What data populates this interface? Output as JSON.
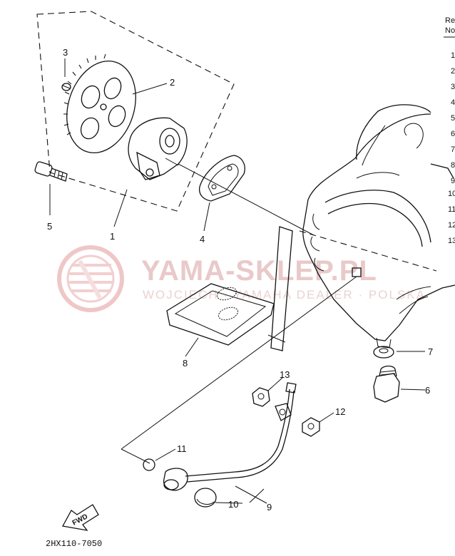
{
  "watermark": {
    "brand": "YAMA-SKLEP.PL",
    "subtitle": "WOJCIECH · YAMAHA DEALER · POLSKA"
  },
  "diagram_code": "2HX110-7050",
  "direction_badge": "FWD",
  "parts": [
    {
      "id": "1",
      "label": "1"
    },
    {
      "id": "2",
      "label": "2"
    },
    {
      "id": "3",
      "label": "3"
    },
    {
      "id": "4",
      "label": "4"
    },
    {
      "id": "5",
      "label": "5"
    },
    {
      "id": "6",
      "label": "6"
    },
    {
      "id": "7",
      "label": "7"
    },
    {
      "id": "8",
      "label": "8"
    },
    {
      "id": "9",
      "label": "9"
    },
    {
      "id": "10",
      "label": "10"
    },
    {
      "id": "11",
      "label": "11"
    },
    {
      "id": "12",
      "label": "12"
    },
    {
      "id": "13",
      "label": "13"
    }
  ],
  "side_table": {
    "header_top": "Re",
    "header_bottom": "No",
    "rows": [
      "1",
      "2",
      "3",
      "4",
      "5",
      "6",
      "7",
      "8",
      "9",
      "10",
      "11",
      "12",
      "13"
    ]
  },
  "colors": {
    "ink": "#111111",
    "watermark": "#e8c4c4",
    "background": "#ffffff"
  }
}
